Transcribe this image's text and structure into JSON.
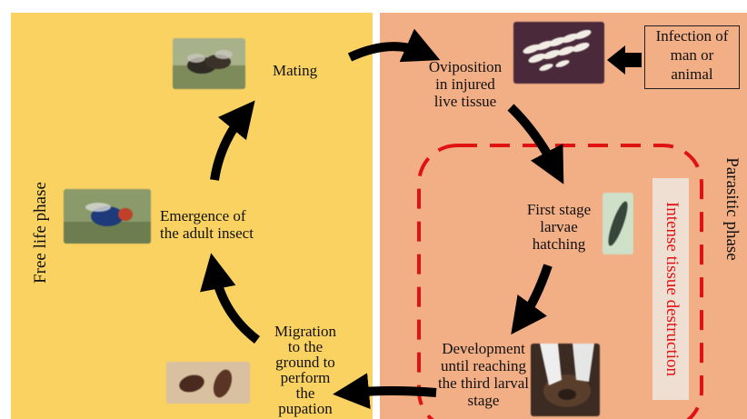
{
  "phases": {
    "free": "Free life phase",
    "parasitic": "Parasitic phase"
  },
  "stages": {
    "mating": "Mating",
    "oviposition": [
      "Oviposition",
      "in injured",
      "live tissue"
    ],
    "infection": [
      "Infection of",
      "man or",
      "animal"
    ],
    "first_stage": [
      "First stage",
      "larvae",
      "hatching"
    ],
    "development": [
      "Development",
      "until reaching",
      "the third larval",
      "stage"
    ],
    "migration": [
      "Migration",
      "to the",
      "ground to",
      "perform",
      "the",
      "pupation"
    ],
    "emergence": [
      "Emergence of",
      "the adult insect"
    ]
  },
  "intense": "Intense tissue destruction",
  "colors": {
    "free_bg": "#f9d262",
    "parasitic_bg": "#f2ae85",
    "dashed": "#e01212",
    "arrow": "#000000"
  },
  "icons": [
    "mating-flies-photo",
    "eggs-photo",
    "larva-photo",
    "wound-larvae-photo",
    "pupae-photo",
    "adult-fly-photo"
  ]
}
